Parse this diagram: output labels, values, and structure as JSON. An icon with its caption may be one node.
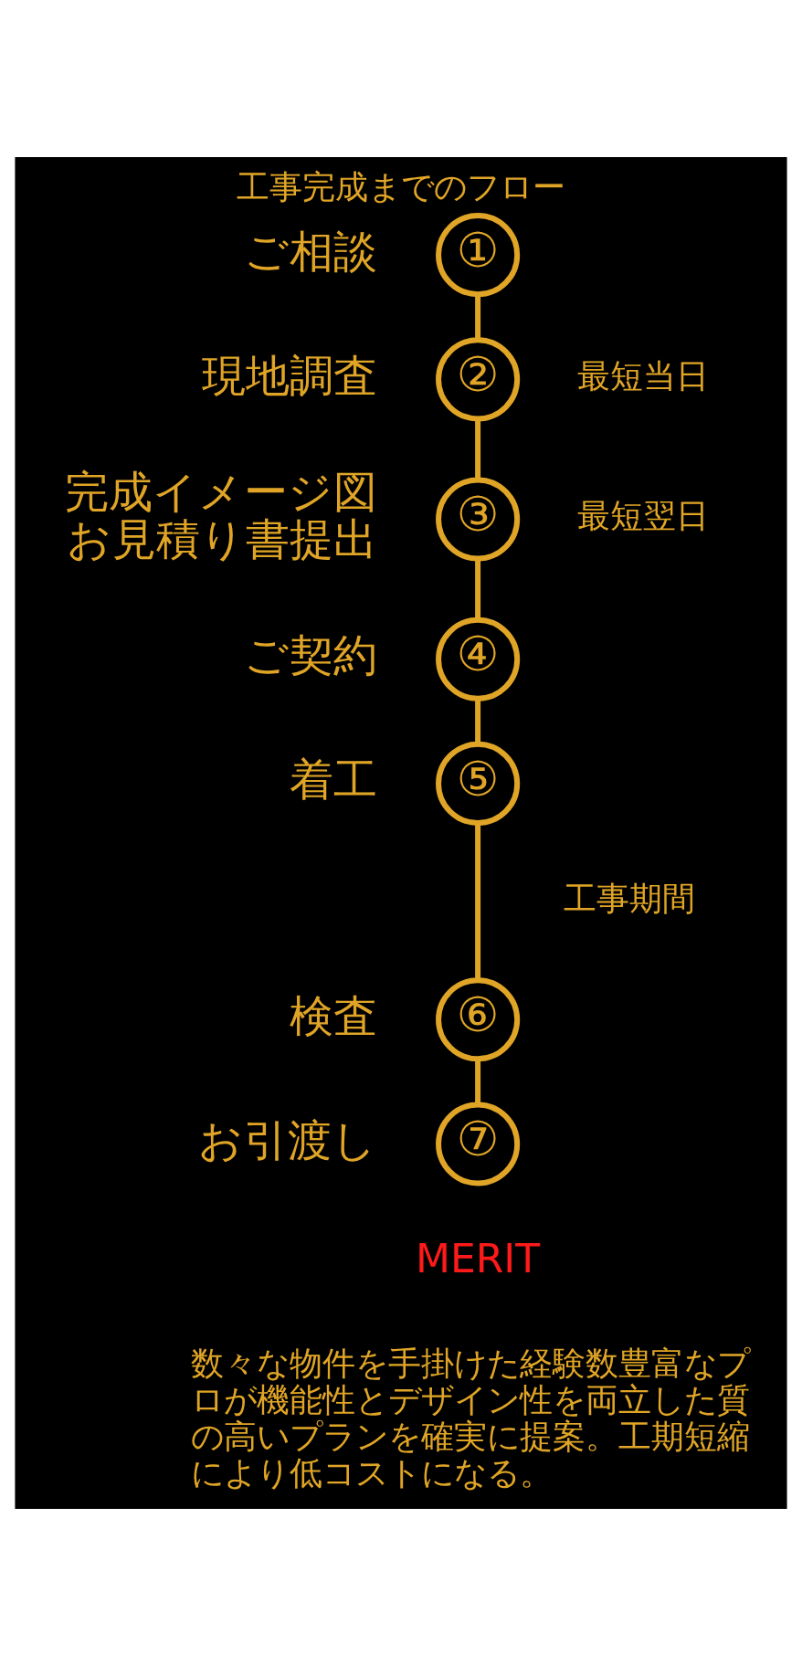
{
  "diagram": {
    "title": "工事完成までのフロー",
    "nodes": [
      {
        "text": [
          "①"
        ],
        "beside": [
          "ご相談"
        ]
      },
      {
        "text": [
          "②"
        ],
        "beside": [
          "現地調査",
          "最短当日"
        ]
      },
      {
        "text": [
          "③"
        ],
        "beside": [
          "完成イメージ図お見積り書提出",
          "最短翌日"
        ]
      },
      {
        "text": [
          "④"
        ],
        "beside": [
          "ご契約"
        ]
      },
      {
        "text": [
          "⑤"
        ],
        "beside": [
          "着工"
        ]
      },
      {
        "text": [
          "⑥"
        ],
        "beside": [
          "検査"
        ]
      },
      {
        "text": [
          "⑦"
        ],
        "beside": [
          "お引渡し"
        ]
      }
    ],
    "edges": [
      {
        "from": 0,
        "to": 1,
        "arrow": "none"
      },
      {
        "from": 1,
        "to": 2,
        "arrow": "none"
      },
      {
        "from": 2,
        "to": 3,
        "arrow": "none"
      },
      {
        "from": 3,
        "to": 4,
        "arrow": "none"
      },
      {
        "from": 4,
        "to": 5,
        "arrow": "none"
      },
      {
        "from": 5,
        "to": 6,
        "arrow": "none"
      }
    ],
    "labels": [
      "工事期間",
      "MERIT",
      "数々な物件を手掛けた経験数豊富なプロが機能性とデザイン性を両立した質の高いプランを確実に提案。工期短縮により低コストになる。"
    ]
  }
}
